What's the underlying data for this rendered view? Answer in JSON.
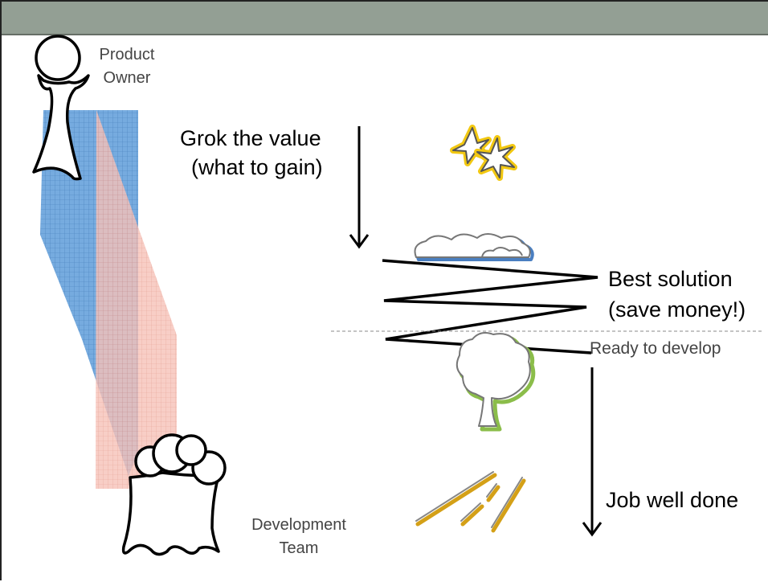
{
  "roles": {
    "product_owner": "Product\nOwner",
    "development_team": "Development\nTeam"
  },
  "stages": {
    "grok_line1": "Grok the value",
    "grok_line2": "(what to gain)",
    "best_line1": "Best solution",
    "best_line2": "(save money!)",
    "ready": "Ready to develop",
    "done": "Job well done"
  },
  "colors": {
    "header": "#939f94",
    "product_owner_band": "#5b9bd5",
    "team_band": "#f2a99c",
    "star_glow": "#f2c811",
    "cloud_shadow": "#4a7fc1",
    "tree_shadow": "#8bbd4a",
    "streak": "#d4a017"
  }
}
